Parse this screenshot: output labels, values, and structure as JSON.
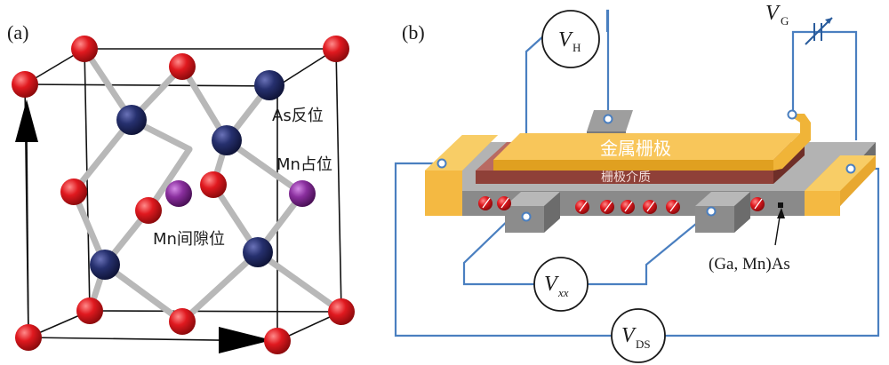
{
  "panel_a": {
    "label": "(a)",
    "annotations": {
      "as_antisite": "As反位",
      "mn_substitutional": "Mn占位",
      "mn_interstitial": "Mn间隙位"
    },
    "colors": {
      "as_atom": "#e0191f",
      "ga_atom": "#26306e",
      "mn_atom": "#8a2f9e",
      "bond": "#b8b8b8"
    }
  },
  "panel_b": {
    "label": "(b)",
    "meters": {
      "hall": {
        "main": "V",
        "sub": "H"
      },
      "longitudinal": {
        "main": "V",
        "sub": "xx"
      },
      "drain_source": {
        "main": "V",
        "sub": "DS"
      },
      "gate": {
        "main": "V",
        "sub": "G"
      }
    },
    "layers": {
      "gate_metal": "金属栅极",
      "gate_dielectric": "栅极介质",
      "channel": "(Ga, Mn)As"
    },
    "colors": {
      "wire": "#4a7fc0",
      "gate_metal": "#f4b942",
      "dielectric": "#a0504a",
      "channel": "#8a8a8a",
      "spin": "#e0191f"
    }
  }
}
